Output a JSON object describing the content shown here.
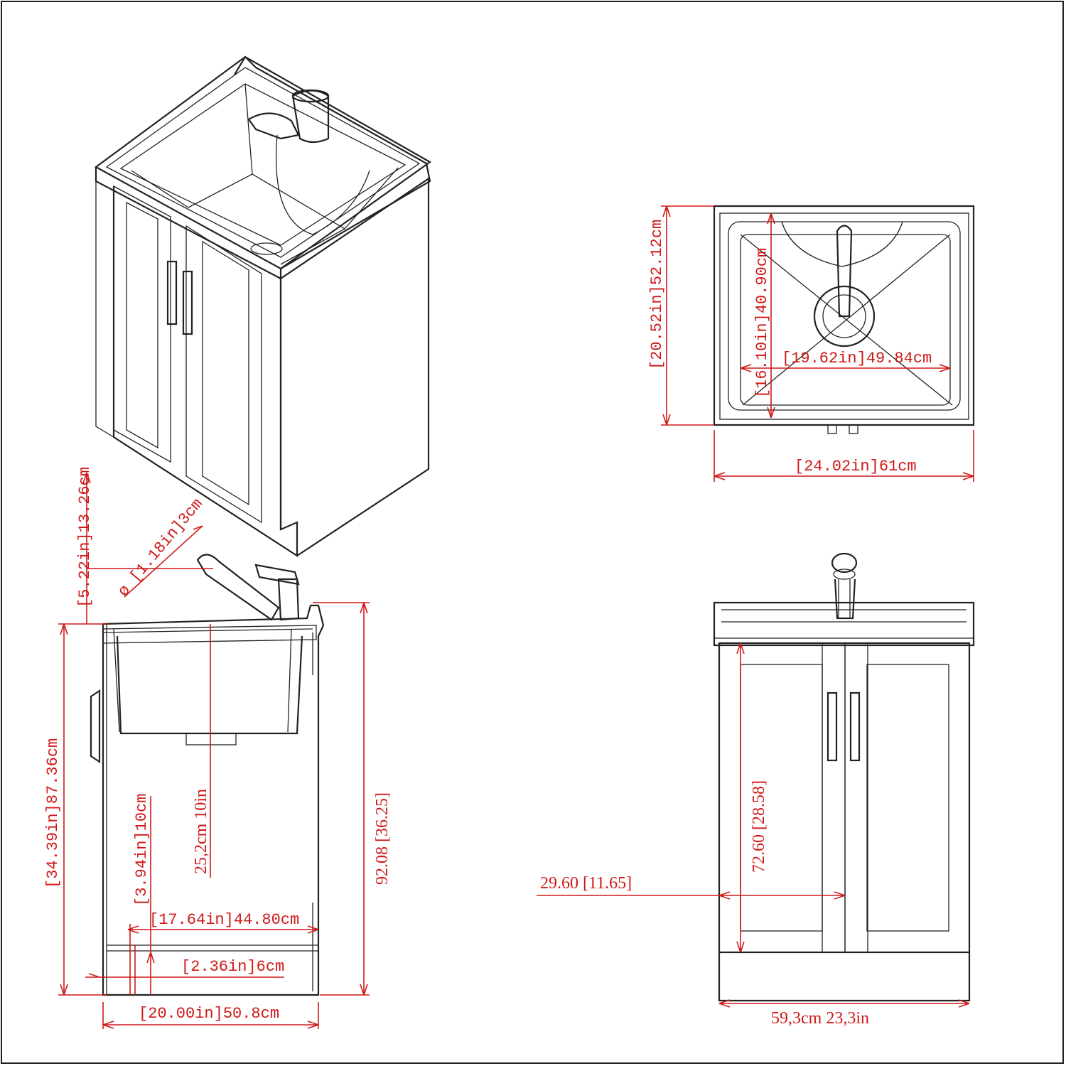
{
  "colors": {
    "dimension": "#d01818",
    "line": "#222222",
    "background": "#ffffff"
  },
  "top_view": {
    "width_label": "[24.02in]61cm",
    "depth_label": "[20.52in]52.12cm",
    "bowl_width_label": "[19.62in]49.84cm",
    "bowl_depth_label": "[16.10in]40.90cm"
  },
  "side_view": {
    "faucet_height_label": "[5.22in]13.26cm",
    "spout_diameter_label": "ø [1.18in]3cm",
    "sink_depth_label": "25,2cm 10in",
    "total_height_label": "[34.39in]87.36cm",
    "overall_height_label": "92.08 [36.25]",
    "toe_kick_label": "[3.94in]10cm",
    "inner_depth_label": "[17.64in]44.80cm",
    "base_label": "[2.36in]6cm",
    "depth_label": "[20.00in]50.8cm"
  },
  "front_view": {
    "door_height_label": "72.60 [28.58]",
    "door_width_label": "29.60 [11.65]",
    "width_label": "59,3cm 23,3in"
  }
}
